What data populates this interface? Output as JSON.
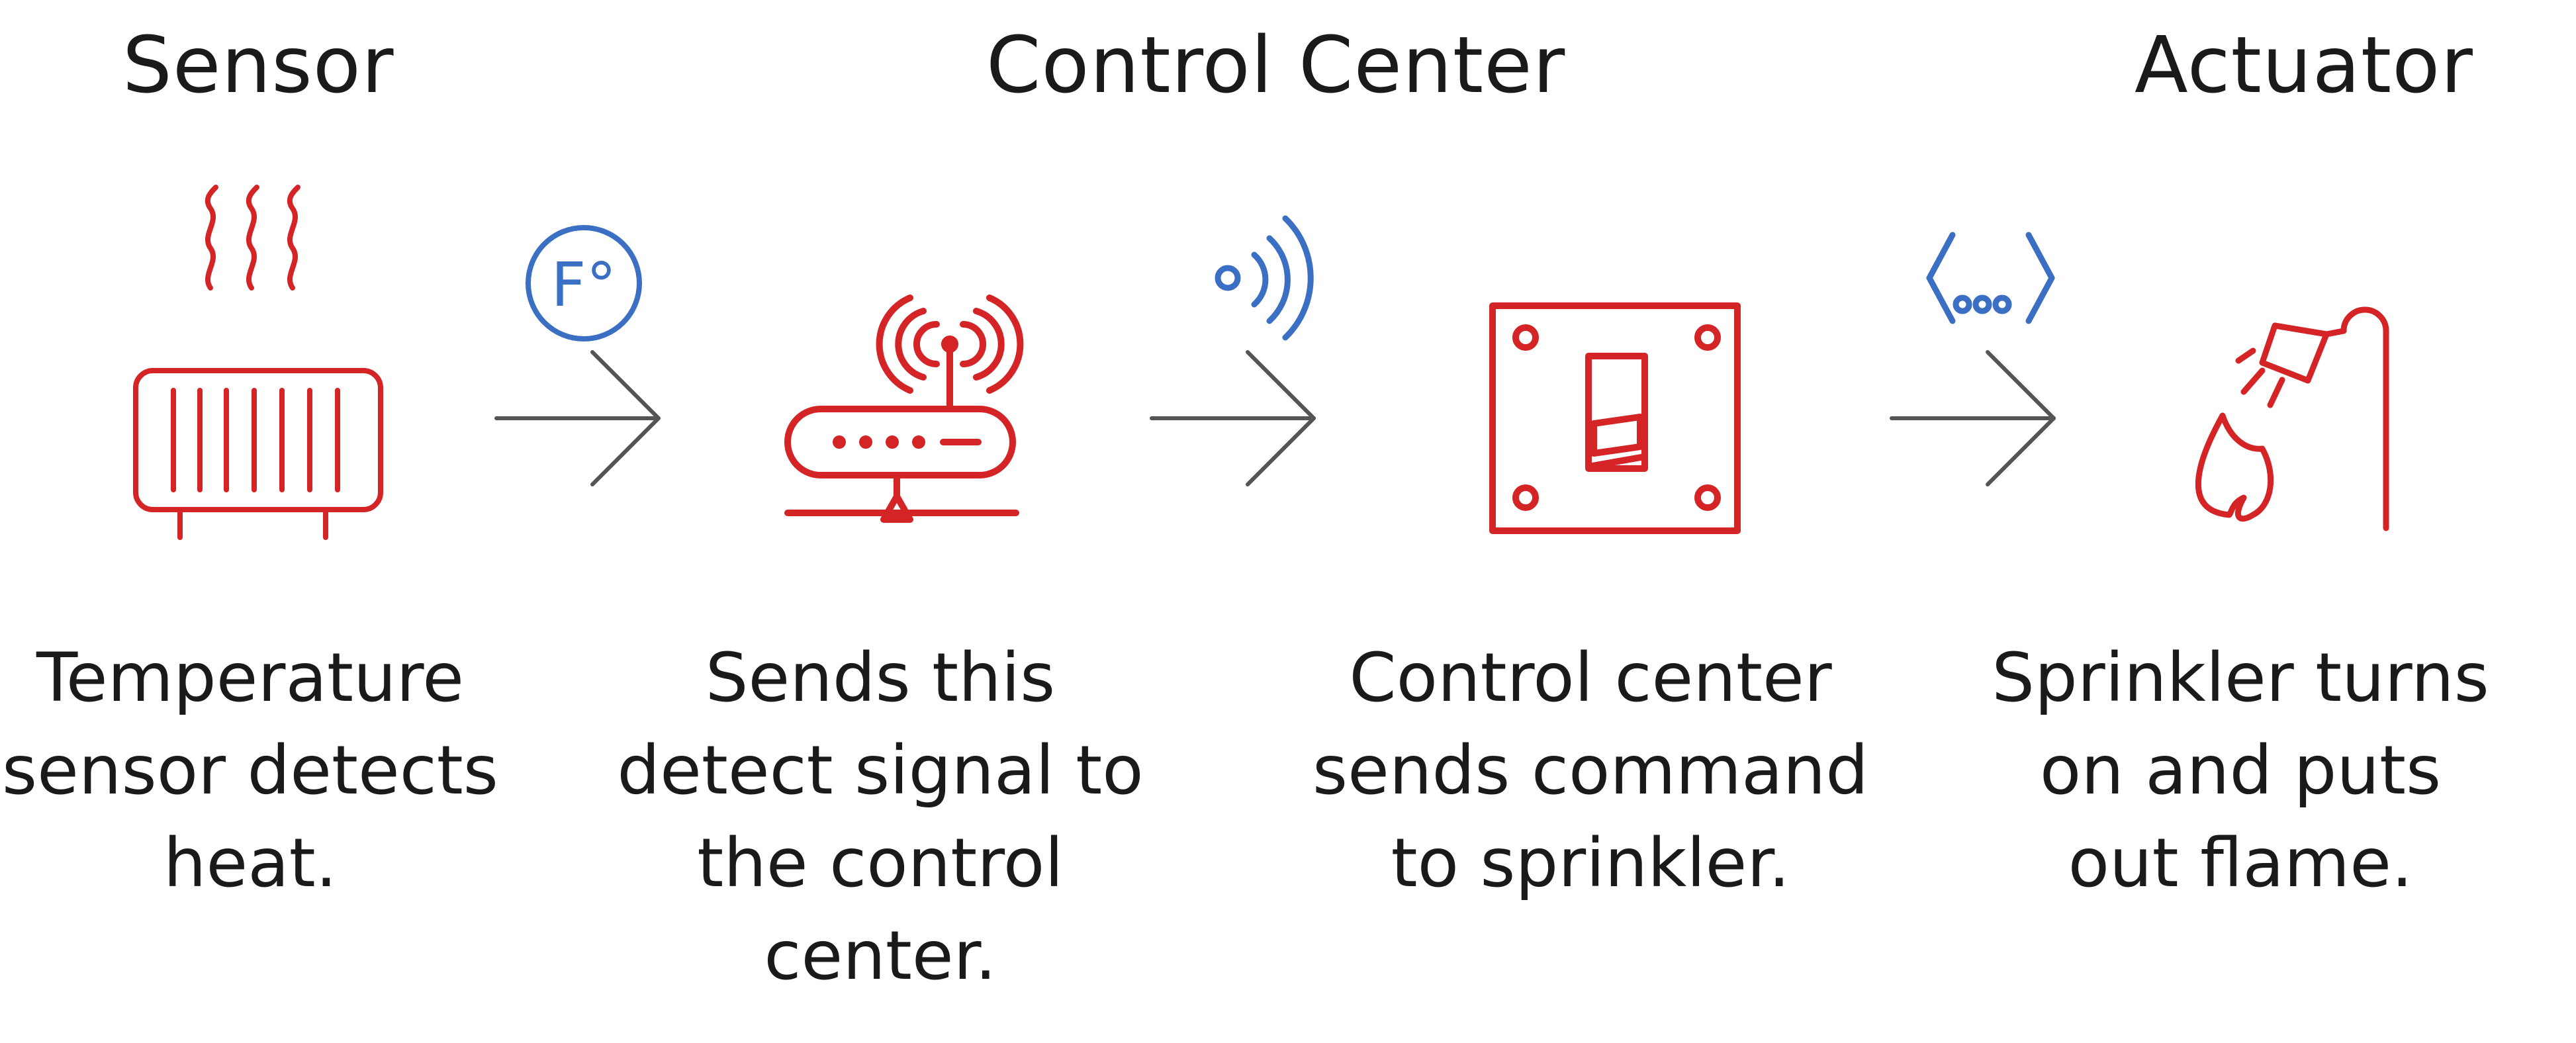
{
  "headers": {
    "sensor": "Sensor",
    "control_center": "Control Center",
    "actuator": "Actuator"
  },
  "steps": [
    {
      "lines": [
        "Temperature",
        "sensor detects",
        "heat."
      ],
      "icon": "radiator-icon"
    },
    {
      "lines": [
        "Sends this",
        "detect signal to",
        "the control",
        "center."
      ],
      "icon": "router-icon"
    },
    {
      "lines": [
        "Control center",
        "sends command",
        "to sprinkler."
      ],
      "icon": "switch-icon"
    },
    {
      "lines": [
        "Sprinkler turns",
        "on and puts",
        "out flame."
      ],
      "icon": "sprinkler-icon"
    }
  ],
  "connectors": [
    {
      "icon": "fahrenheit-badge-icon",
      "badge_text": "F°"
    },
    {
      "icon": "wireless-signal-icon"
    },
    {
      "icon": "code-brackets-icon"
    }
  ],
  "colors": {
    "red": "#d42426",
    "blue": "#3a6fc4",
    "arrow": "#555555",
    "text": "#1a1a1a"
  }
}
